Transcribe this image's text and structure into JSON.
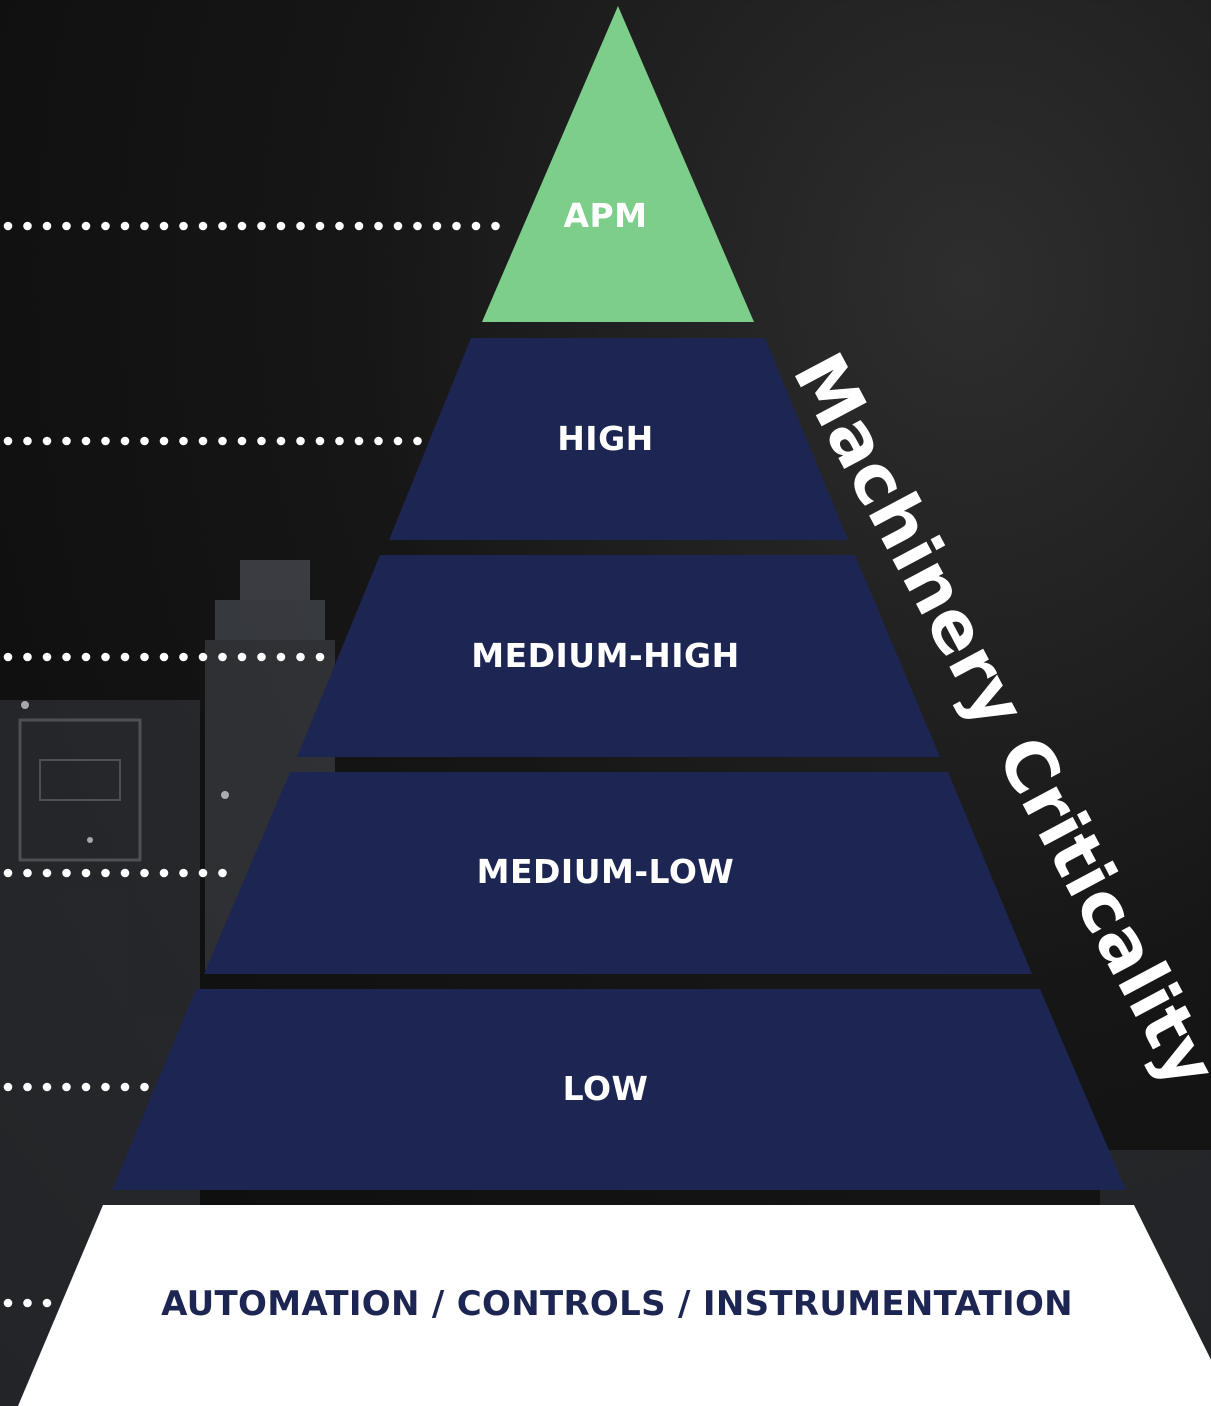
{
  "pyramid": {
    "tiers": [
      {
        "label": "APM",
        "color": "#7dce8a"
      },
      {
        "label": "HIGH",
        "color": "#1d2652"
      },
      {
        "label": "MEDIUM-HIGH",
        "color": "#1d2652"
      },
      {
        "label": "MEDIUM-LOW",
        "color": "#1d2652"
      },
      {
        "label": "LOW",
        "color": "#1d2652"
      }
    ],
    "base": {
      "label": "AUTOMATION / CONTROLS / INSTRUMENTATION",
      "color": "#ffffff",
      "text_color": "#1d2652"
    }
  },
  "side_title": "Machinery Criticality",
  "leader_dot_color": "#ffffff"
}
